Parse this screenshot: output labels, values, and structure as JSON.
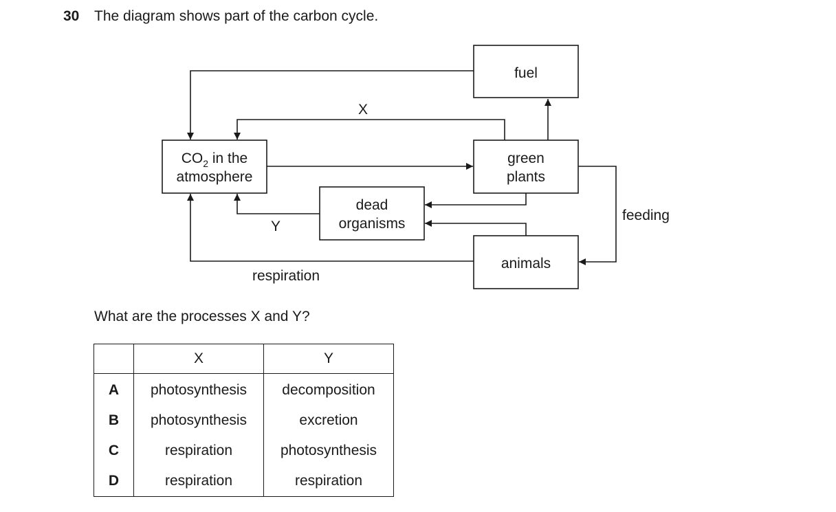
{
  "question": {
    "number": "30",
    "text": "The diagram shows part of the carbon cycle.",
    "prompt": "What are the processes X and Y?"
  },
  "diagram": {
    "boxes": {
      "co2_line1_prefix": "CO",
      "co2_subscript": "2",
      "co2_line1_suffix": " in the",
      "co2_line2": "atmosphere",
      "fuel": "fuel",
      "green_plants_line1": "green",
      "green_plants_line2": "plants",
      "dead_organisms_line1": "dead",
      "dead_organisms_line2": "organisms",
      "animals": "animals"
    },
    "labels": {
      "x": "X",
      "y": "Y",
      "respiration": "respiration",
      "feeding": "feeding"
    }
  },
  "answer_table": {
    "headers": [
      "",
      "X",
      "Y"
    ],
    "rows": [
      {
        "letter": "A",
        "x": "photosynthesis",
        "y": "decomposition"
      },
      {
        "letter": "B",
        "x": "photosynthesis",
        "y": "excretion"
      },
      {
        "letter": "C",
        "x": "respiration",
        "y": "photosynthesis"
      },
      {
        "letter": "D",
        "x": "respiration",
        "y": "respiration"
      }
    ]
  }
}
